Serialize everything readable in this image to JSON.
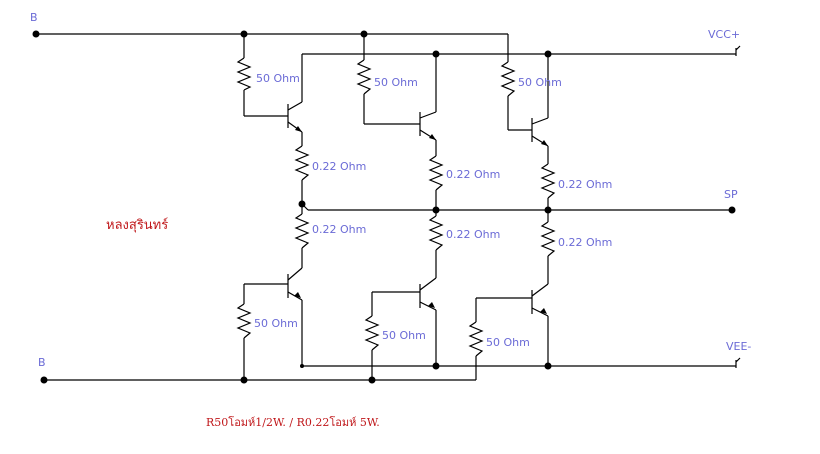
{
  "nodes": {
    "b_top": "B",
    "b_bottom": "B",
    "vcc": "VCC+",
    "sp": "SP",
    "vee": "VEE-"
  },
  "resistors": {
    "r50_1": "50 Ohm",
    "r50_2": "50 Ohm",
    "r50_3": "50 Ohm",
    "r022_1": "0.22 Ohm",
    "r022_2": "0.22 Ohm",
    "r022_3": "0.22 Ohm",
    "r022_4": "0.22 Ohm",
    "r022_5": "0.22 Ohm",
    "r022_6": "0.22 Ohm",
    "r50_4": "50 Ohm",
    "r50_5": "50 Ohm",
    "r50_6": "50 Ohm"
  },
  "author": "หลงสุรินทร์",
  "note": "R50โอมห์1/2W.  / R0.22โอมห์ 5W."
}
